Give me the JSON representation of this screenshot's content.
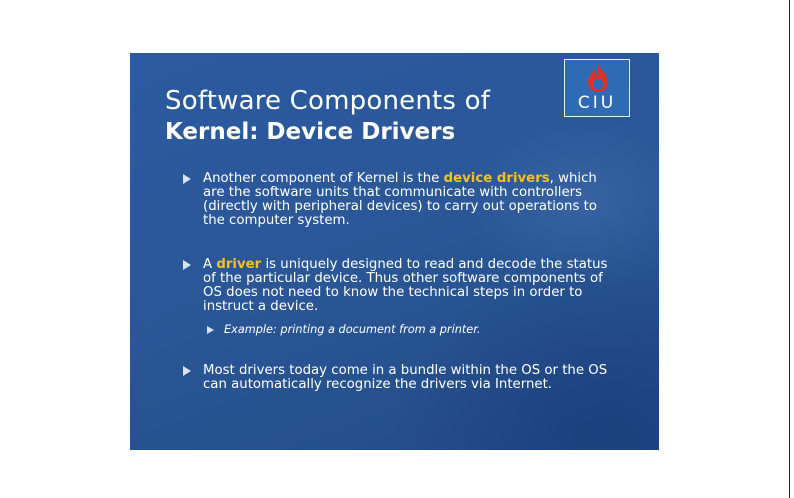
{
  "slide": {
    "title_line1": "Software Components of",
    "title_line2": "Kernel: Device Drivers",
    "logo": {
      "text": "CIU",
      "icon": "flame-drop-icon",
      "flame_color": "#d8342c"
    },
    "colors": {
      "background": "#2a5797",
      "highlight": "#f6c21a",
      "text": "#ffffff"
    },
    "bullets": [
      {
        "before": "Another component of Kernel is the ",
        "highlight": "device drivers",
        "after": ", which are the software units that communicate with controllers (directly with peripheral devices) to carry out operations to the computer system."
      },
      {
        "before": "A ",
        "highlight": "driver",
        "after": " is uniquely designed to read and decode the status of the particular device. Thus other software components of OS does not need to know the technical steps in order to instruct a device.",
        "sub": "Example: printing a document from a printer."
      },
      {
        "text": "Most drivers today come in a bundle within the OS or the OS can automatically recognize the drivers via Internet."
      }
    ]
  }
}
